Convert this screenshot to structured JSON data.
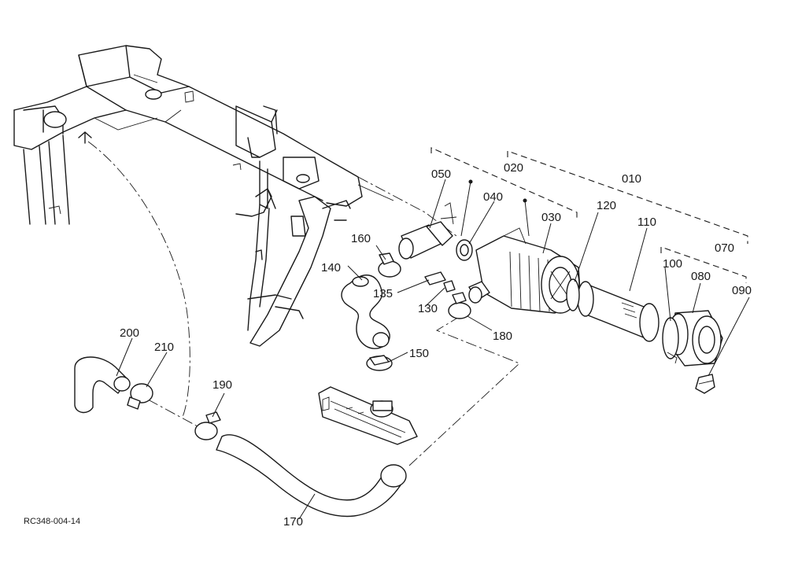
{
  "drawing_code": "RC348-004-14",
  "callouts": {
    "c010": "010",
    "c020": "020",
    "c030": "030",
    "c040": "040",
    "c050": "050",
    "c070": "070",
    "c080": "080",
    "c090": "090",
    "c100": "100",
    "c110": "110",
    "c120": "120",
    "c130": "130",
    "c135": "135",
    "c140": "140",
    "c150": "150",
    "c160": "160",
    "c170": "170",
    "c180": "180",
    "c190": "190",
    "c200": "200",
    "c210": "210"
  }
}
